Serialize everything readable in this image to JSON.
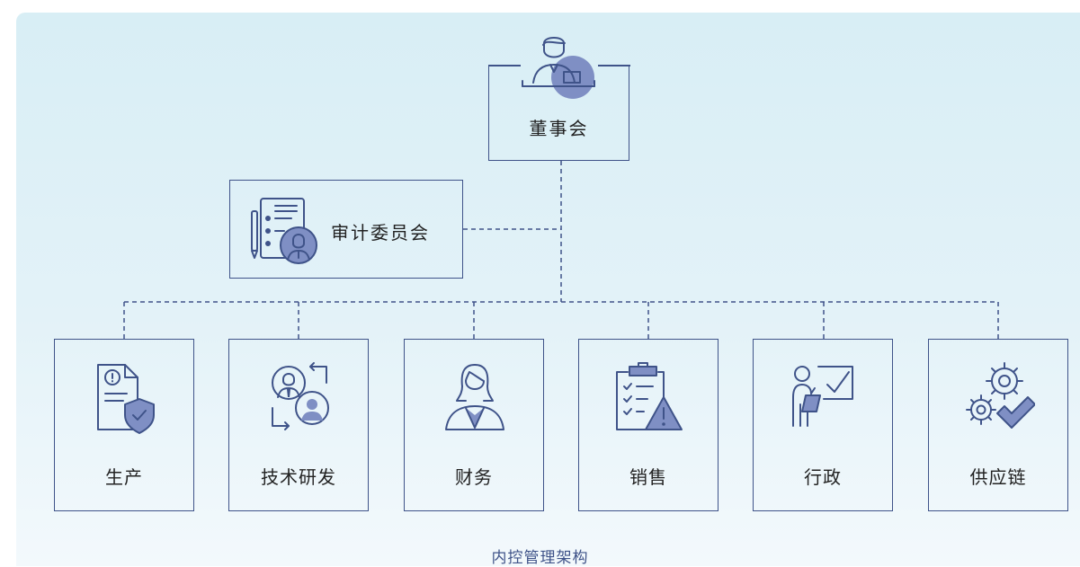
{
  "board": {
    "label": "董事会",
    "icon": "executive-icon"
  },
  "audit": {
    "label": "审计委员会",
    "icon": "audit-report-icon"
  },
  "departments": [
    {
      "label": "生产",
      "icon": "document-shield-icon"
    },
    {
      "label": "技术研发",
      "icon": "people-exchange-icon"
    },
    {
      "label": "财务",
      "icon": "businesswoman-icon"
    },
    {
      "label": "销售",
      "icon": "clipboard-warning-icon"
    },
    {
      "label": "行政",
      "icon": "presenter-board-icon"
    },
    {
      "label": "供应链",
      "icon": "gears-check-icon"
    }
  ],
  "caption": "内控管理架构",
  "colors": {
    "line": "#3f5389",
    "accent": "#7f8fc4",
    "background": "#dcf0f6"
  }
}
